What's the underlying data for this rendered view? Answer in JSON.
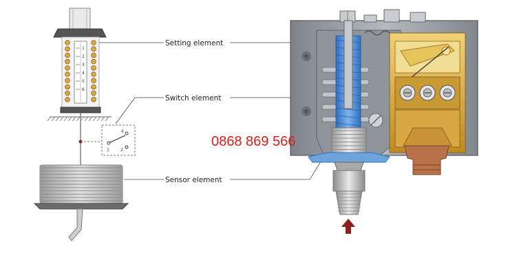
{
  "labels": {
    "setting": "Setting element",
    "switch": "Switch element",
    "sensor": "Sensor element"
  },
  "watermark": "0868 869 566",
  "switch_terminals": {
    "t1": "1",
    "t2": "2",
    "t4": "4"
  },
  "scale_marks": [
    "1",
    "2",
    "3",
    "4",
    "5",
    "6"
  ],
  "colors": {
    "housing": "#9aa0a6",
    "housing_dark": "#6d7379",
    "spring_blue": "#4f8fd8",
    "brass": "#d8a63a",
    "copper": "#b9714a",
    "watermark": "#d6201e",
    "arrow": "#8a1f1f"
  },
  "icons": [
    "pressure-arrow-icon",
    "switch-symbol-icon",
    "ground-hatch-icon"
  ]
}
